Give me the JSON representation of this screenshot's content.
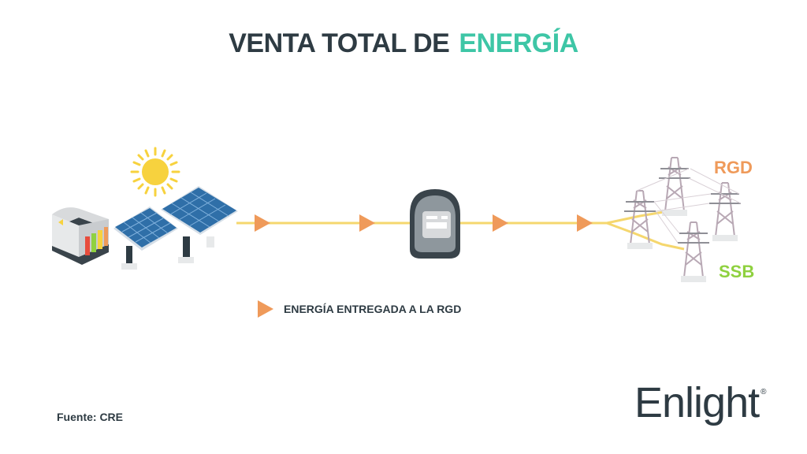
{
  "title": {
    "part1": "VENTA TOTAL DE",
    "part2": "ENERGÍA"
  },
  "legend": {
    "label": "ENERGÍA ENTREGADA A LA RGD"
  },
  "grid_labels": {
    "rgd": "RGD",
    "ssb": "SSB"
  },
  "footer": {
    "source": "Fuente: CRE"
  },
  "brand": {
    "name": "Enlight",
    "mark": "®"
  },
  "colors": {
    "title_dark": "#2e3b43",
    "title_accent": "#3ec6a6",
    "arrow": "#ef9a5a",
    "flow_line": "#f5d76e",
    "rgd": "#ef9a5a",
    "ssb": "#8fd13f"
  },
  "icons": [
    "sun-icon",
    "solar-panel-icon",
    "inverter-icon",
    "meter-icon",
    "transmission-tower-icon",
    "arrow-triangle-icon"
  ]
}
